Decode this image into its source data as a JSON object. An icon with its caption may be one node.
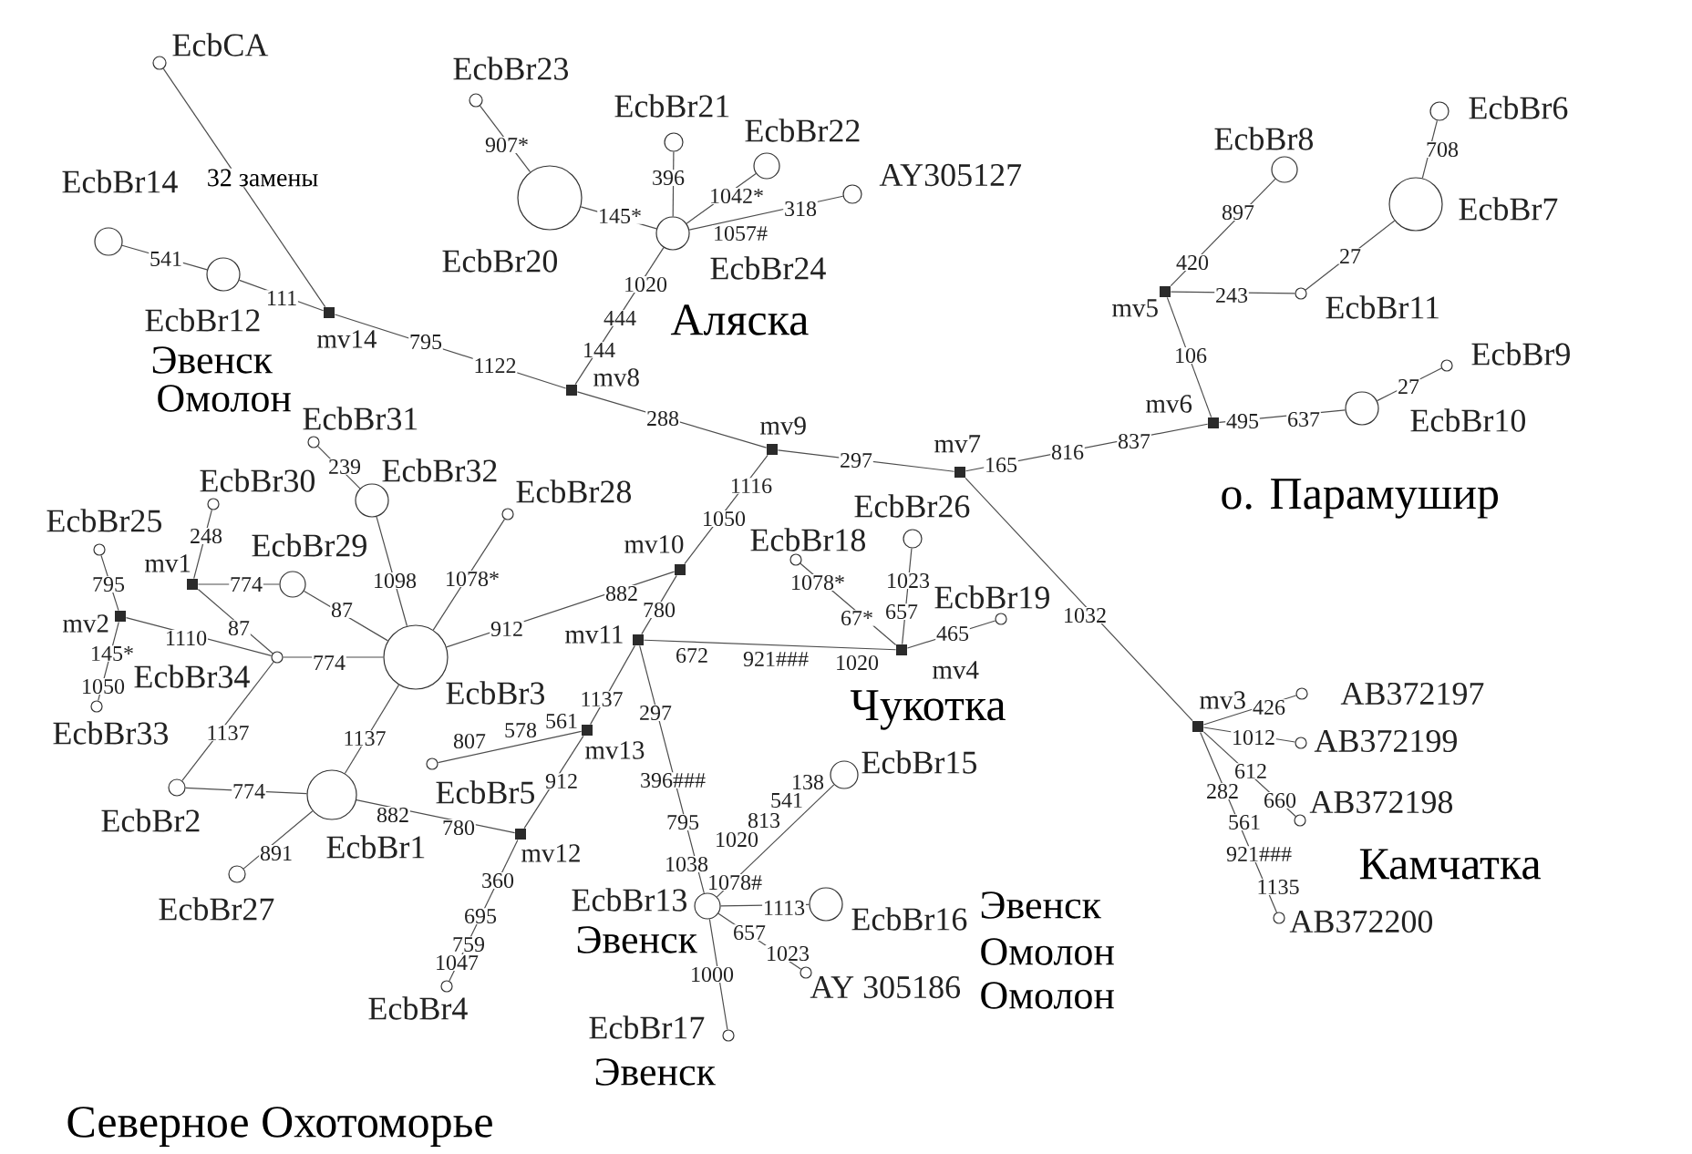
{
  "diagram": {
    "nodes": [
      {
        "text": [],
        "shape": "circle",
        "beside": [
          "EcbCA"
        ]
      },
      {
        "text": [],
        "shape": "circle",
        "beside": [
          "EcbBr23"
        ]
      },
      {
        "text": [],
        "shape": "circle",
        "beside": [
          "EcbBr20"
        ]
      },
      {
        "text": [],
        "shape": "circle",
        "beside": [
          "EcbBr21"
        ]
      },
      {
        "text": [],
        "shape": "circle",
        "beside": [
          "EcbBr22"
        ]
      },
      {
        "text": [],
        "shape": "circle",
        "beside": [
          "AY305127"
        ]
      },
      {
        "text": [],
        "shape": "circle",
        "beside": [
          "EcbBr24"
        ]
      },
      {
        "text": [],
        "shape": "circle",
        "beside": [
          "EcbBr14"
        ]
      },
      {
        "text": [],
        "shape": "circle",
        "beside": [
          "EcbBr12",
          "Эвенск",
          "Омолон"
        ]
      },
      {
        "text": [],
        "shape": "box",
        "beside": [
          "mv14"
        ]
      },
      {
        "text": [],
        "shape": "box",
        "beside": [
          "mv8"
        ]
      },
      {
        "text": [],
        "shape": "circle",
        "beside": [
          "EcbBr8"
        ]
      },
      {
        "text": [],
        "shape": "circle",
        "beside": [
          "EcbBr6"
        ]
      },
      {
        "text": [],
        "shape": "circle",
        "beside": [
          "EcbBr7"
        ]
      },
      {
        "text": [],
        "shape": "box",
        "beside": [
          "mv5"
        ]
      },
      {
        "text": [],
        "shape": "circle",
        "beside": [
          "EcbBr11"
        ]
      },
      {
        "text": [],
        "shape": "circle",
        "beside": [
          "EcbBr9"
        ]
      },
      {
        "text": [],
        "shape": "box",
        "beside": [
          "mv6"
        ]
      },
      {
        "text": [],
        "shape": "circle",
        "beside": [
          "EcbBr10"
        ]
      },
      {
        "text": [],
        "shape": "box",
        "beside": [
          "mv9"
        ]
      },
      {
        "text": [],
        "shape": "box",
        "beside": [
          "mv7"
        ]
      },
      {
        "text": [],
        "shape": "circle",
        "beside": [
          "EcbBr31"
        ]
      },
      {
        "text": [],
        "shape": "circle",
        "beside": [
          "EcbBr32"
        ]
      },
      {
        "text": [],
        "shape": "circle",
        "beside": [
          "EcbBr30"
        ]
      },
      {
        "text": [],
        "shape": "circle",
        "beside": [
          "EcbBr28"
        ]
      },
      {
        "text": [],
        "shape": "circle",
        "beside": [
          "EcbBr25"
        ]
      },
      {
        "text": [],
        "shape": "box",
        "beside": [
          "mv1"
        ]
      },
      {
        "text": [],
        "shape": "circle",
        "beside": [
          "EcbBr29"
        ]
      },
      {
        "text": [],
        "shape": "box",
        "beside": [
          "mv2"
        ]
      },
      {
        "text": [],
        "shape": "circle",
        "beside": [
          "EcbBr34"
        ]
      },
      {
        "text": [],
        "shape": "circle",
        "beside": [
          "EcbBr3"
        ]
      },
      {
        "text": [],
        "shape": "circle",
        "beside": [
          "EcbBr33"
        ]
      },
      {
        "text": [],
        "shape": "box",
        "beside": [
          "mv10"
        ]
      },
      {
        "text": [],
        "shape": "circle",
        "beside": [
          "EcbBr26"
        ]
      },
      {
        "text": [],
        "shape": "circle",
        "beside": [
          "EcbBr18"
        ]
      },
      {
        "text": [],
        "shape": "box",
        "beside": [
          "mv11"
        ]
      },
      {
        "text": [],
        "shape": "box",
        "beside": [
          "mv4"
        ]
      },
      {
        "text": [],
        "shape": "circle",
        "beside": [
          "EcbBr19"
        ]
      },
      {
        "text": [],
        "shape": "circle",
        "beside": [
          "EcbBr2"
        ]
      },
      {
        "text": [],
        "shape": "circle",
        "beside": [
          "EcbBr1"
        ]
      },
      {
        "text": [],
        "shape": "circle",
        "beside": [
          "EcbBr27"
        ]
      },
      {
        "text": [],
        "shape": "circle",
        "beside": [
          "EcbBr5"
        ]
      },
      {
        "text": [],
        "shape": "box",
        "beside": [
          "mv13"
        ]
      },
      {
        "text": [],
        "shape": "box",
        "beside": [
          "mv12"
        ]
      },
      {
        "text": [],
        "shape": "circle",
        "beside": [
          "EcbBr4"
        ]
      },
      {
        "text": [],
        "shape": "circle",
        "beside": [
          "EcbBr15"
        ]
      },
      {
        "text": [],
        "shape": "circle",
        "beside": [
          "EcbBr13",
          "Эвенск"
        ]
      },
      {
        "text": [],
        "shape": "circle",
        "beside": [
          "EcbBr16",
          "Эвенск",
          "Омолон"
        ]
      },
      {
        "text": [],
        "shape": "circle",
        "beside": [
          "AY 305186",
          "Омолон"
        ]
      },
      {
        "text": [],
        "shape": "circle",
        "beside": [
          "EcbBr17",
          "Эвенск"
        ]
      },
      {
        "text": [],
        "shape": "box",
        "beside": [
          "mv3"
        ]
      },
      {
        "text": [],
        "shape": "circle",
        "beside": [
          "AB372197"
        ]
      },
      {
        "text": [],
        "shape": "circle",
        "beside": [
          "AB372199"
        ]
      },
      {
        "text": [],
        "shape": "circle",
        "beside": [
          "AB372198"
        ]
      },
      {
        "text": [],
        "shape": "circle",
        "beside": [
          "AB372200"
        ]
      }
    ],
    "edges": [
      {
        "from": 0,
        "to": 9,
        "arrow": "none",
        "label": "32 замены"
      },
      {
        "from": 1,
        "to": 2,
        "arrow": "none",
        "label": "907*"
      },
      {
        "from": 2,
        "to": 6,
        "arrow": "none",
        "label": "145*"
      },
      {
        "from": 3,
        "to": 6,
        "arrow": "none",
        "label": "396"
      },
      {
        "from": 4,
        "to": 6,
        "arrow": "none",
        "label": "1042*"
      },
      {
        "from": 5,
        "to": 6,
        "arrow": "none",
        "label": [
          "318",
          "1057#"
        ]
      },
      {
        "from": 6,
        "to": 10,
        "arrow": "none",
        "label": [
          "1020",
          "444",
          "144"
        ]
      },
      {
        "from": 7,
        "to": 8,
        "arrow": "none",
        "label": "541"
      },
      {
        "from": 8,
        "to": 9,
        "arrow": "none",
        "label": "111"
      },
      {
        "from": 9,
        "to": 10,
        "arrow": "none",
        "label": [
          "795",
          "1122"
        ]
      },
      {
        "from": 10,
        "to": 19,
        "arrow": "none",
        "label": "288"
      },
      {
        "from": 19,
        "to": 20,
        "arrow": "none",
        "label": "297"
      },
      {
        "from": 20,
        "to": 17,
        "arrow": "none",
        "label": [
          "165",
          "816",
          "837"
        ]
      },
      {
        "from": 17,
        "to": 14,
        "arrow": "none",
        "label": "106"
      },
      {
        "from": 14,
        "to": 11,
        "arrow": "none",
        "label": [
          "420",
          "897"
        ]
      },
      {
        "from": 14,
        "to": 15,
        "arrow": "none",
        "label": "243"
      },
      {
        "from": 15,
        "to": 13,
        "arrow": "none",
        "label": "27"
      },
      {
        "from": 13,
        "to": 12,
        "arrow": "none",
        "label": "708"
      },
      {
        "from": 17,
        "to": 18,
        "arrow": "none",
        "label": [
          "495",
          "637"
        ]
      },
      {
        "from": 18,
        "to": 16,
        "arrow": "none",
        "label": "27"
      },
      {
        "from": 20,
        "to": 50,
        "arrow": "none",
        "label": "1032"
      },
      {
        "from": 50,
        "to": 51,
        "arrow": "none",
        "label": "426"
      },
      {
        "from": 50,
        "to": 52,
        "arrow": "none",
        "label": "1012"
      },
      {
        "from": 50,
        "to": 53,
        "arrow": "none",
        "label": [
          "612",
          "660"
        ]
      },
      {
        "from": 50,
        "to": 54,
        "arrow": "none",
        "label": [
          "282",
          "561",
          "921###",
          "1135"
        ]
      },
      {
        "from": 19,
        "to": 32,
        "arrow": "none",
        "label": [
          "1116",
          "1050"
        ]
      },
      {
        "from": 32,
        "to": 30,
        "arrow": "none",
        "label": [
          "882",
          "912"
        ]
      },
      {
        "from": 32,
        "to": 35,
        "arrow": "none",
        "label": "780"
      },
      {
        "from": 35,
        "to": 36,
        "arrow": "none",
        "label": [
          "672",
          "921###",
          "1020"
        ]
      },
      {
        "from": 34,
        "to": 36,
        "arrow": "none",
        "label": [
          "1078*",
          "67*"
        ]
      },
      {
        "from": 33,
        "to": 36,
        "arrow": "none",
        "label": [
          "1023",
          "657"
        ]
      },
      {
        "from": 36,
        "to": 37,
        "arrow": "none",
        "label": "465"
      },
      {
        "from": 35,
        "to": 42,
        "arrow": "none",
        "label": "1137"
      },
      {
        "from": 35,
        "to": 46,
        "arrow": "none",
        "label": [
          "297",
          "396###",
          "795",
          "1038"
        ]
      },
      {
        "from": 42,
        "to": 41,
        "arrow": "none",
        "label": [
          "561",
          "578",
          "807"
        ]
      },
      {
        "from": 42,
        "to": 43,
        "arrow": "none",
        "label": "912"
      },
      {
        "from": 43,
        "to": 39,
        "arrow": "none",
        "label": [
          "780",
          "882"
        ]
      },
      {
        "from": 43,
        "to": 44,
        "arrow": "none",
        "label": [
          "360",
          "695",
          "759",
          "1047"
        ]
      },
      {
        "from": 46,
        "to": 45,
        "arrow": "none",
        "label": [
          "1078#",
          "1020",
          "813",
          "541",
          "138"
        ]
      },
      {
        "from": 46,
        "to": 47,
        "arrow": "none",
        "label": "1113"
      },
      {
        "from": 46,
        "to": 48,
        "arrow": "none",
        "label": [
          "657",
          "1023"
        ]
      },
      {
        "from": 46,
        "to": 49,
        "arrow": "none",
        "label": "1000"
      },
      {
        "from": 21,
        "to": 22,
        "arrow": "none",
        "label": "239"
      },
      {
        "from": 22,
        "to": 30,
        "arrow": "none",
        "label": "1098"
      },
      {
        "from": 24,
        "to": 30,
        "arrow": "none",
        "label": "1078*"
      },
      {
        "from": 23,
        "to": 26,
        "arrow": "none",
        "label": "248"
      },
      {
        "from": 26,
        "to": 27,
        "arrow": "none",
        "label": "774"
      },
      {
        "from": 27,
        "to": 30,
        "arrow": "none",
        "label": "87"
      },
      {
        "from": 26,
        "to": 29,
        "arrow": "none",
        "label": "87"
      },
      {
        "from": 25,
        "to": 28,
        "arrow": "none",
        "label": "795"
      },
      {
        "from": 28,
        "to": 29,
        "arrow": "none",
        "label": "1110"
      },
      {
        "from": 28,
        "to": 31,
        "arrow": "none",
        "label": [
          "145*",
          "1050"
        ]
      },
      {
        "from": 29,
        "to": 30,
        "arrow": "none",
        "label": "774"
      },
      {
        "from": 29,
        "to": 38,
        "arrow": "none",
        "label": "1137"
      },
      {
        "from": 38,
        "to": 39,
        "arrow": "none",
        "label": "774"
      },
      {
        "from": 39,
        "to": 30,
        "arrow": "none",
        "label": "1137"
      },
      {
        "from": 39,
        "to": 40,
        "arrow": "none",
        "label": "891"
      }
    ],
    "labels": [
      "Аляска",
      "о. Парамушир",
      "Чукотка",
      "Камчатка",
      "Северное Охотоморье"
    ]
  }
}
